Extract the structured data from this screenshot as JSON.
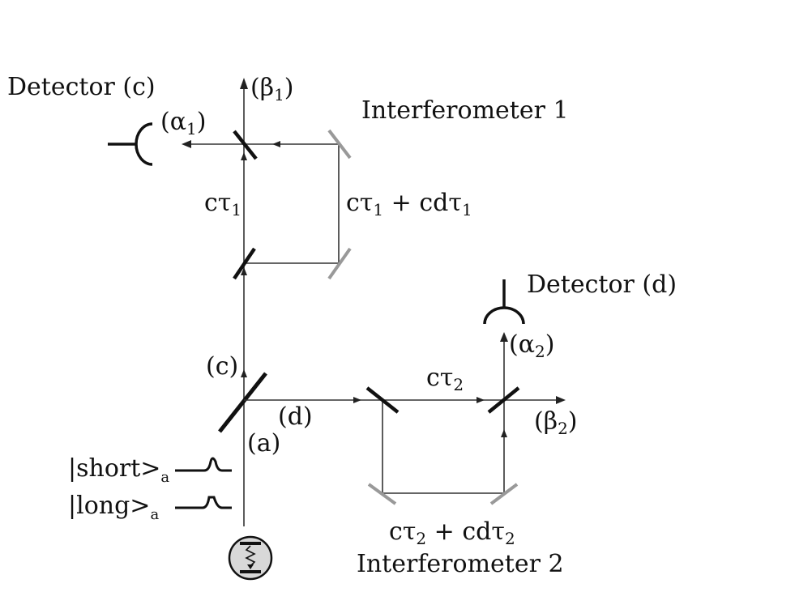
{
  "labels": {
    "detector_c": "Detector (c)",
    "detector_d": "Detector (d)",
    "interferometer_1": "Interferometer 1",
    "interferometer_2": "Interferometer 2",
    "beta1": "(β",
    "beta1_sub": "1",
    "alpha1": "(α",
    "alpha1_sub": "1",
    "ctau1_short": "cτ",
    "ctau1_short_sub": "1",
    "ctau1_long_a": "cτ",
    "ctau1_long_a_sub": "1",
    "ctau1_long_b": " + cdτ",
    "ctau1_long_b_sub": "1",
    "ctau2_short": "cτ",
    "ctau2_short_sub": "2",
    "ctau2_long_a": "cτ",
    "ctau2_long_a_sub": "2",
    "ctau2_long_b": " + cdτ",
    "ctau2_long_b_sub": "2",
    "alpha2": "(α",
    "alpha2_sub": "2",
    "beta2": "(β",
    "beta2_sub": "2",
    "path_c": "(c)",
    "path_d": "(d)",
    "path_a": "(a)",
    "ket_short": "|short>",
    "ket_short_sub": "a",
    "ket_long": "|long>",
    "ket_long_sub": "a",
    "close_paren": ")"
  }
}
